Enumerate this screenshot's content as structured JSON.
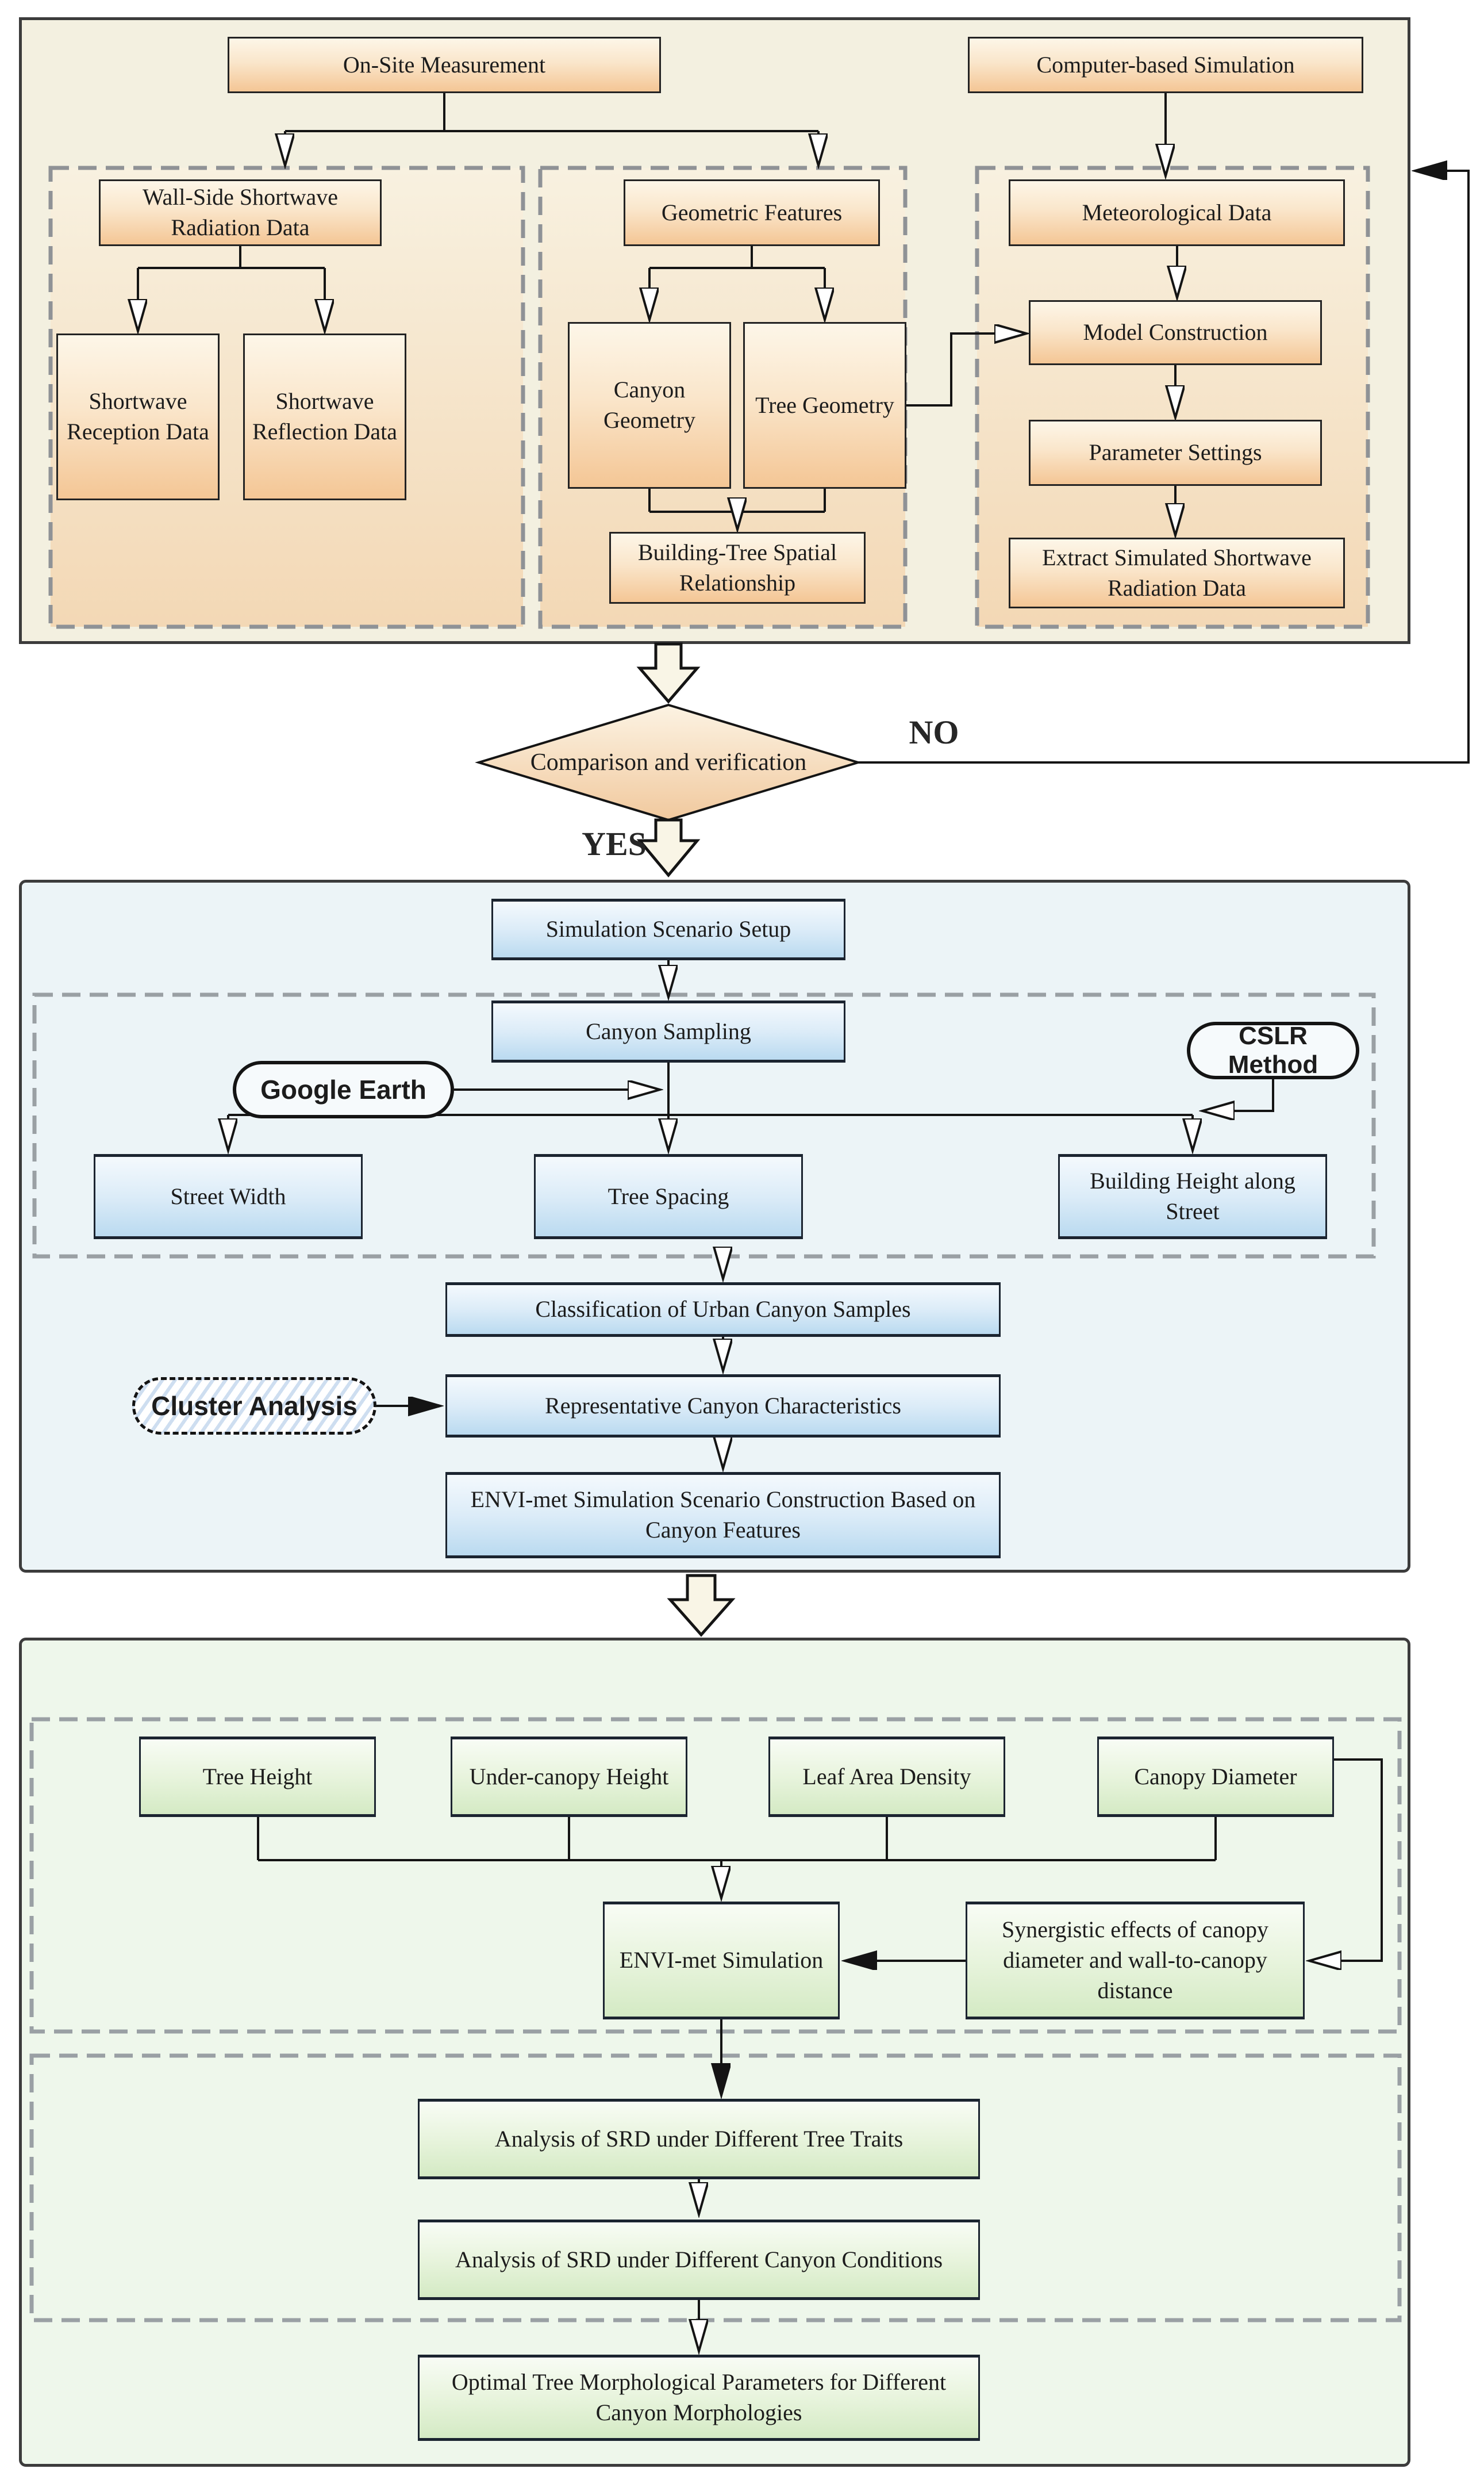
{
  "colors": {
    "orange_accent": "#f4c695",
    "blue_accent": "#badaf0",
    "green_accent": "#d4eac4",
    "panel_orange_bg": "#f3f0e0",
    "panel_blue_bg": "#ecf4f7",
    "panel_green_bg": "#eef7eb",
    "line": "#141414",
    "dashed_border": "#949a9e"
  },
  "top": {
    "on_site": "On-Site Measurement",
    "computer": "Computer-based Simulation",
    "wall_side": "Wall-Side Shortwave Radiation Data",
    "reception": "Shortwave Reception Data",
    "reflection": "Shortwave Reflection Data",
    "geometric": "Geometric Features",
    "canyon_geometry": "Canyon Geometry",
    "tree_geometry": "Tree Geometry",
    "building_tree": "Building-Tree Spatial Relationship",
    "meteorological": "Meteorological Data",
    "model_construction": "Model Construction",
    "parameter_settings": "Parameter Settings",
    "extract": "Extract Simulated Shortwave Radiation Data"
  },
  "decision": {
    "label": "Comparison and verification",
    "no": "NO",
    "yes": "YES"
  },
  "middle": {
    "setup": "Simulation Scenario Setup",
    "sampling": "Canyon Sampling",
    "google_earth": "Google Earth",
    "cslr": "CSLR Method",
    "street_width": "Street Width",
    "tree_spacing": "Tree Spacing",
    "building_height": "Building Height along Street",
    "classification": "Classification of Urban Canyon Samples",
    "cluster": "Cluster Analysis",
    "representative": "Representative Canyon Characteristics",
    "scenario": "ENVI-met Simulation Scenario Construction Based on Canyon Features"
  },
  "bottom": {
    "tree_height": "Tree Height",
    "under_canopy": "Under-canopy Height",
    "leaf_area": "Leaf Area Density",
    "canopy_diameter": "Canopy Diameter",
    "envi": "ENVI-met Simulation",
    "synergistic": "Synergistic effects of canopy diameter and wall-to-canopy distance",
    "analysis_tree": "Analysis of  SRD under Different Tree Traits",
    "analysis_canyon": "Analysis of SRD under Different Canyon Conditions",
    "optimal": "Optimal Tree Morphological Parameters for Different Canyon Morphologies"
  }
}
